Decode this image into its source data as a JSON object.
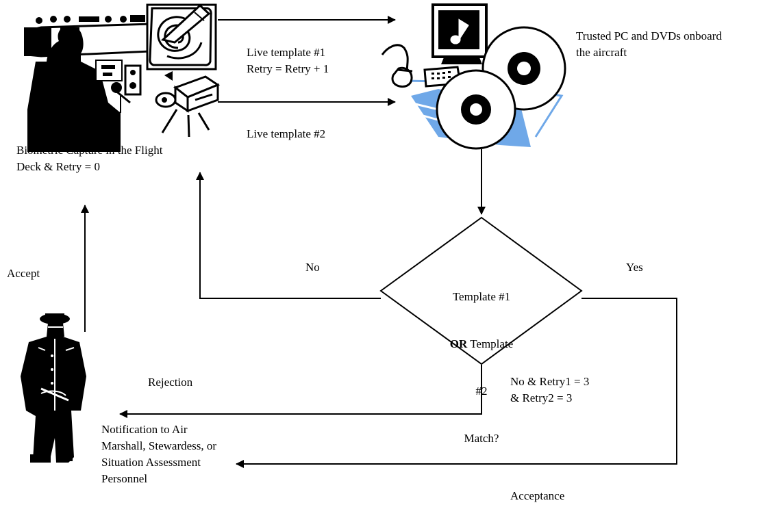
{
  "labels": {
    "trusted_pc_line1": "Trusted PC and DVDs onboard",
    "trusted_pc_line2": "the aircraft",
    "live_template_1": "Live template #1",
    "retry_increment": "Retry = Retry + 1",
    "live_template_2": "Live template #2",
    "capture_line1": "Biometric Capture in the Flight",
    "capture_line2": "Deck & Retry = 0",
    "accept": "Accept",
    "no": "No",
    "yes": "Yes",
    "rejection": "Rejection",
    "no_retry_line1": "No & Retry1 = 3",
    "no_retry_line2": "& Retry2 = 3",
    "notification_line1": "Notification to Air",
    "notification_line2": "Marshall, Stewardess, or",
    "notification_line3": "Situation Assessment",
    "notification_line4": "Personnel",
    "acceptance": "Acceptance"
  },
  "decision": {
    "line1": "Template #1",
    "line2_bold": "OR",
    "line2_rest": " Template",
    "line3": "#2",
    "line4": "Match?"
  },
  "icons": {
    "flight_deck": "flight-deck-clipart",
    "fingerprint": "fingerprint-clipart",
    "camera": "camera-clipart",
    "computer_dvds": "computer-and-dvds-clipart",
    "air_marshall": "air-marshall-clipart"
  },
  "colors": {
    "line": "#000000",
    "dvd_glow": "#6fa8e8"
  }
}
